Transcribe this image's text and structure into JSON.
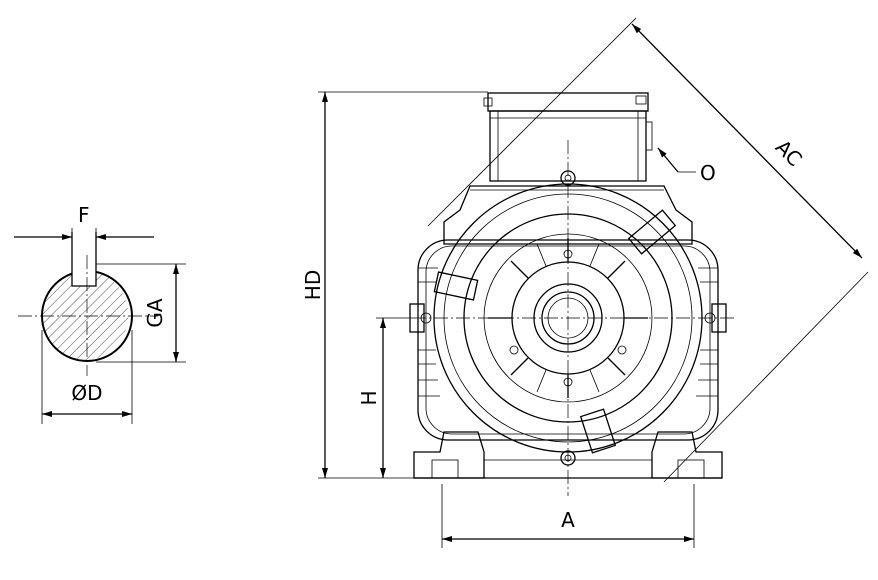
{
  "labels": {
    "F": "F",
    "GA": "GA",
    "D": "ØD",
    "HD": "HD",
    "H": "H",
    "A": "A",
    "AC": "AC",
    "O": "O"
  }
}
